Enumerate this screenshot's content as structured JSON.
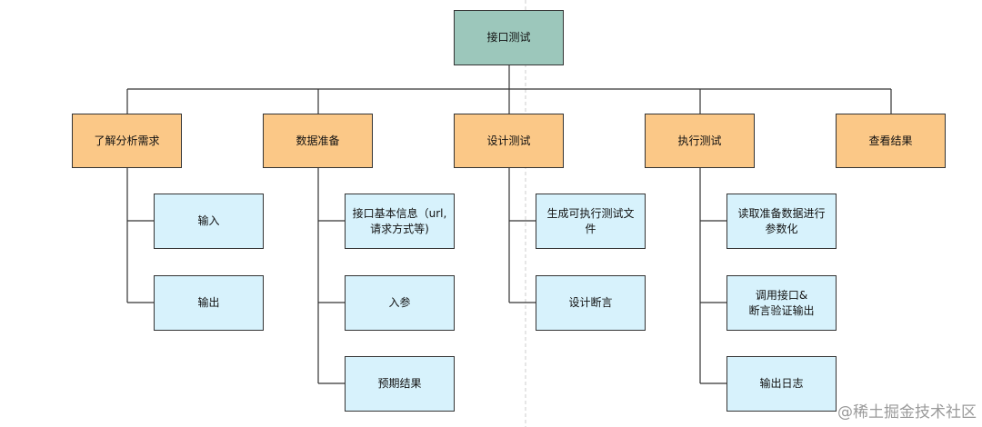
{
  "root": {
    "label": "接口测试"
  },
  "categories": [
    {
      "label": "了解分析需求",
      "children": [
        "输入",
        "输出"
      ]
    },
    {
      "label": "数据准备",
      "children": [
        "接口基本信息（url,请求方式等)",
        "入参",
        "预期结果"
      ]
    },
    {
      "label": "设计测试",
      "children": [
        "生成可执行测试文件",
        "设计断言"
      ]
    },
    {
      "label": "执行测试",
      "children": [
        "读取准备数据进行参数化",
        "调用接口&\n断言验证输出",
        "输出日志"
      ]
    },
    {
      "label": "查看结果",
      "children": []
    }
  ],
  "watermark": "@稀土掘金技术社区",
  "colors": {
    "root_fill": "#9cc7bb",
    "category_fill": "#fbc887",
    "leaf_fill": "#d7f2fc",
    "stroke": "#333333"
  }
}
